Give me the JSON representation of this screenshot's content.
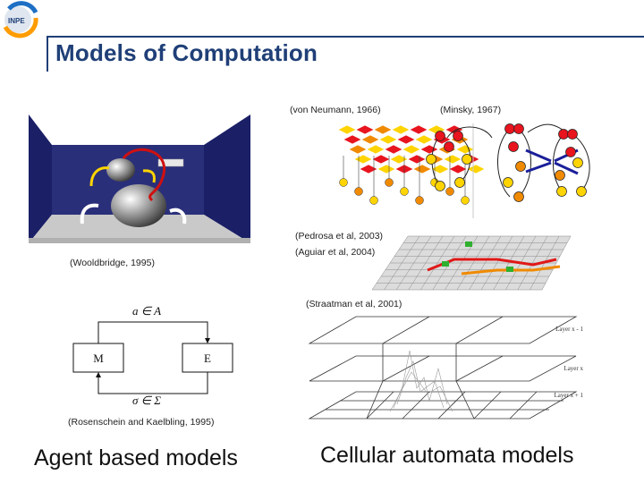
{
  "slide": {
    "title": "Models of Computation"
  },
  "captions": {
    "von_neumann": "(von Neumann, 1966)",
    "minsky": "(Minsky, 1967)",
    "wooldbridge": "(Wooldbridge, 1995)",
    "pedrosa": "(Pedrosa et al, 2003)",
    "aguiar": "(Aguiar et al, 2004)",
    "straatman": "(Straatman et al, 2001)",
    "rosenschein": "(Rosenschein and Kaelbling, 1995)"
  },
  "agent_diagram": {
    "top_label": "a ∈ A",
    "left_box": "M",
    "right_box": "E",
    "bottom_label": "σ ∈ Σ"
  },
  "layers": {
    "top": "Layer x - 1",
    "middle": "Layer x",
    "bottom": "Layer x + 1"
  },
  "headings": {
    "left": "Agent based models",
    "right": "Cellular automata models"
  },
  "colors": {
    "title": "#1f3f77",
    "room_wall": "#1a1f66",
    "grid_yellow": "#ffd400",
    "grid_red": "#e8141e",
    "grid_orange": "#f08a00"
  }
}
